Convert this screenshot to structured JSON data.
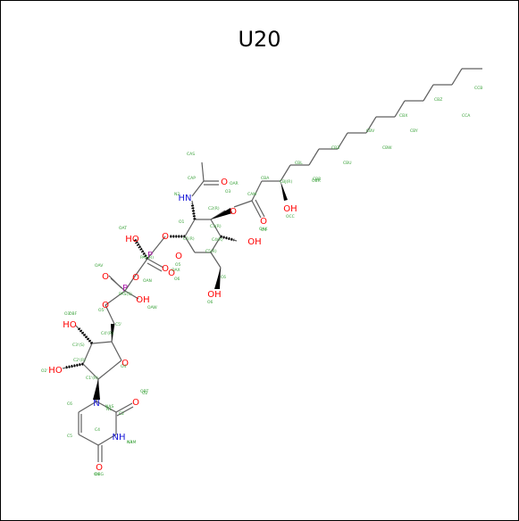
{
  "title": "U20",
  "colors": {
    "bond": "#606060",
    "carbon_label": "#3aa23a",
    "oxygen": "#ff0000",
    "nitrogen": "#1818d8",
    "phosphorus": "#b020b0",
    "atom_name": "#3aa23a",
    "frame": "#000000"
  },
  "atoms": [
    {
      "id": "O1",
      "element": "O",
      "label": "O",
      "name": "O1"
    },
    {
      "id": "O2",
      "element": "O",
      "label": "O",
      "name": "O6"
    },
    {
      "id": "O3",
      "element": "O",
      "label": "O",
      "name": "O5"
    },
    {
      "id": "O4",
      "element": "O",
      "label": "OH",
      "name": "O4"
    },
    {
      "id": "O5",
      "element": "O",
      "label": "OH",
      "name": "O6"
    },
    {
      "id": "O6",
      "element": "O",
      "label": "O",
      "name": "O3"
    },
    {
      "id": "N2",
      "element": "N",
      "label": "HN",
      "name": "N2"
    },
    {
      "id": "O7",
      "element": "O",
      "label": "O",
      "name": "OAR"
    },
    {
      "id": "O8",
      "element": "O",
      "label": "O",
      "name": "OAK"
    },
    {
      "id": "O9",
      "element": "O",
      "label": "OH",
      "name": "OCC"
    },
    {
      "id": "P1",
      "element": "P",
      "label": "P",
      "name": "PAS(R)"
    },
    {
      "id": "O10",
      "element": "O",
      "label": "HO",
      "name": "OAT"
    },
    {
      "id": "O11",
      "element": "O",
      "label": "O",
      "name": "OAX"
    },
    {
      "id": "O12",
      "element": "O",
      "label": "O",
      "name": "OAN"
    },
    {
      "id": "P2",
      "element": "P",
      "label": "P",
      "name": "PAS(S)"
    },
    {
      "id": "O13",
      "element": "O",
      "label": "O",
      "name": "OAV"
    },
    {
      "id": "O14",
      "element": "O",
      "label": "OH",
      "name": "OAW"
    },
    {
      "id": "O15",
      "element": "O",
      "label": "O",
      "name": "O5'"
    },
    {
      "id": "O16",
      "element": "O",
      "label": "O",
      "name": "O4'"
    },
    {
      "id": "O17",
      "element": "O",
      "label": "HO",
      "name": "O3'"
    },
    {
      "id": "O18",
      "element": "O",
      "label": "HO",
      "name": "O2'"
    },
    {
      "id": "N3",
      "element": "N",
      "label": "N",
      "name": "N1"
    },
    {
      "id": "O19",
      "element": "O",
      "label": "O",
      "name": "O2"
    },
    {
      "id": "N4",
      "element": "N",
      "label": "NH",
      "name": "N3"
    },
    {
      "id": "O20",
      "element": "O",
      "label": "O",
      "name": "O4"
    }
  ],
  "carbon_names": [
    {
      "id": "c_CAS",
      "name": "CAS"
    },
    {
      "id": "c_CAP",
      "name": "CAP"
    },
    {
      "id": "c_C2",
      "name": "C2(R)"
    },
    {
      "id": "c_C1",
      "name": "C1(R)"
    },
    {
      "id": "c_C3",
      "name": "C3(R)"
    },
    {
      "id": "c_C4",
      "name": "C4(R)"
    },
    {
      "id": "c_C5",
      "name": "C5(R)"
    },
    {
      "id": "c_C6",
      "name": "C6"
    },
    {
      "id": "c_CAM",
      "name": "CAM"
    },
    {
      "id": "c_CBA",
      "name": "CBA"
    },
    {
      "id": "c_CBJ",
      "name": "CBJ(R)"
    },
    {
      "id": "c_CBL",
      "name": "CBL"
    },
    {
      "id": "c_CBR",
      "name": "CBR"
    },
    {
      "id": "c_CBZ",
      "name": "CBZ"
    },
    {
      "id": "c_CBU",
      "name": "CBU"
    },
    {
      "id": "c_CBV",
      "name": "CBV"
    },
    {
      "id": "c_CBW",
      "name": "CBW"
    },
    {
      "id": "c_CBX",
      "name": "CBX"
    },
    {
      "id": "c_CBY",
      "name": "CBY"
    },
    {
      "id": "c_CBZ2",
      "name": "CBZ"
    },
    {
      "id": "c_CCA",
      "name": "CCA"
    },
    {
      "id": "c_CCB",
      "name": "CCB"
    },
    {
      "id": "c_C5p",
      "name": "C5'"
    },
    {
      "id": "c_C4p",
      "name": "C4'(R)"
    },
    {
      "id": "c_C3p",
      "name": "C3'(S)"
    },
    {
      "id": "c_C2p",
      "name": "C2'(R)"
    },
    {
      "id": "c_C1p",
      "name": "C1'(R)"
    },
    {
      "id": "c_C6u",
      "name": "C6"
    },
    {
      "id": "c_C5u",
      "name": "C5"
    },
    {
      "id": "c_C4u",
      "name": "C4"
    },
    {
      "id": "c_C2u",
      "name": "C2"
    },
    {
      "id": "c_NAS",
      "name": "NAS"
    },
    {
      "id": "c_NAM",
      "name": "NAM"
    },
    {
      "id": "c_OBT",
      "name": "OBT"
    },
    {
      "id": "c_OBG",
      "name": "OBG"
    },
    {
      "id": "c_OBF",
      "name": "OBF"
    },
    {
      "id": "c_OBR",
      "name": "OBR"
    }
  ]
}
